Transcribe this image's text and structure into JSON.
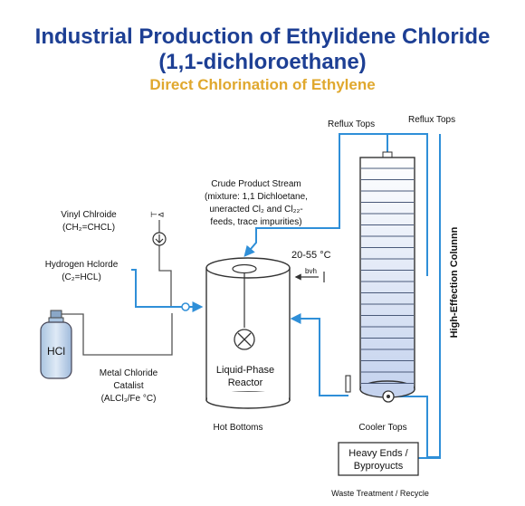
{
  "header": {
    "title_line1": "Industrial Production of Ethylidene Chloride",
    "title_line2": "(1,1-dichloroethane)",
    "subtitle": "Direct Chlorination of Ethylene"
  },
  "labels": {
    "reflux_tops_1": "Reflux Tops",
    "reflux_tops_2": "Reflux Tops",
    "crude_stream_1": "Crude Product Stream",
    "crude_stream_2": "(mixture: 1,1 Dichloetane,",
    "crude_stream_3": "uneracted Cl₂  and Cl₂₂-",
    "crude_stream_4": "feeds, trace impurities)",
    "vinyl_1": "Vinyl Chlroide",
    "vinyl_2": "(CH₂=CHCL)",
    "valve_mark": "⊢⊲",
    "hydrogen_1": "Hydrogen Hclorde",
    "hydrogen_2": "(C₂=HCL)",
    "temperature": "20-55 °C",
    "rate": "bvh",
    "column": "High-Effection Colunnn",
    "cylinder": "HCl",
    "reactor_1": "Liquid-Phase",
    "reactor_2": "Reactor",
    "catalyst_1": "Metal Chloride",
    "catalyst_2": "Catalist",
    "catalyst_3": "(ALCl₃/Fe °C)",
    "hot_bottoms": "Hot Bottoms",
    "cooler_tops": "Cooler Tops",
    "heavy_1": "Heavy Ends /",
    "heavy_2": "Byproyucts",
    "waste": "Waste Treatment / Recycle"
  },
  "colors": {
    "title": "#1d3f94",
    "subtitle": "#e0a82e",
    "flow_line": "#2f8fd8",
    "outline": "#333333",
    "cylinder_fill": "#c9dbee"
  }
}
